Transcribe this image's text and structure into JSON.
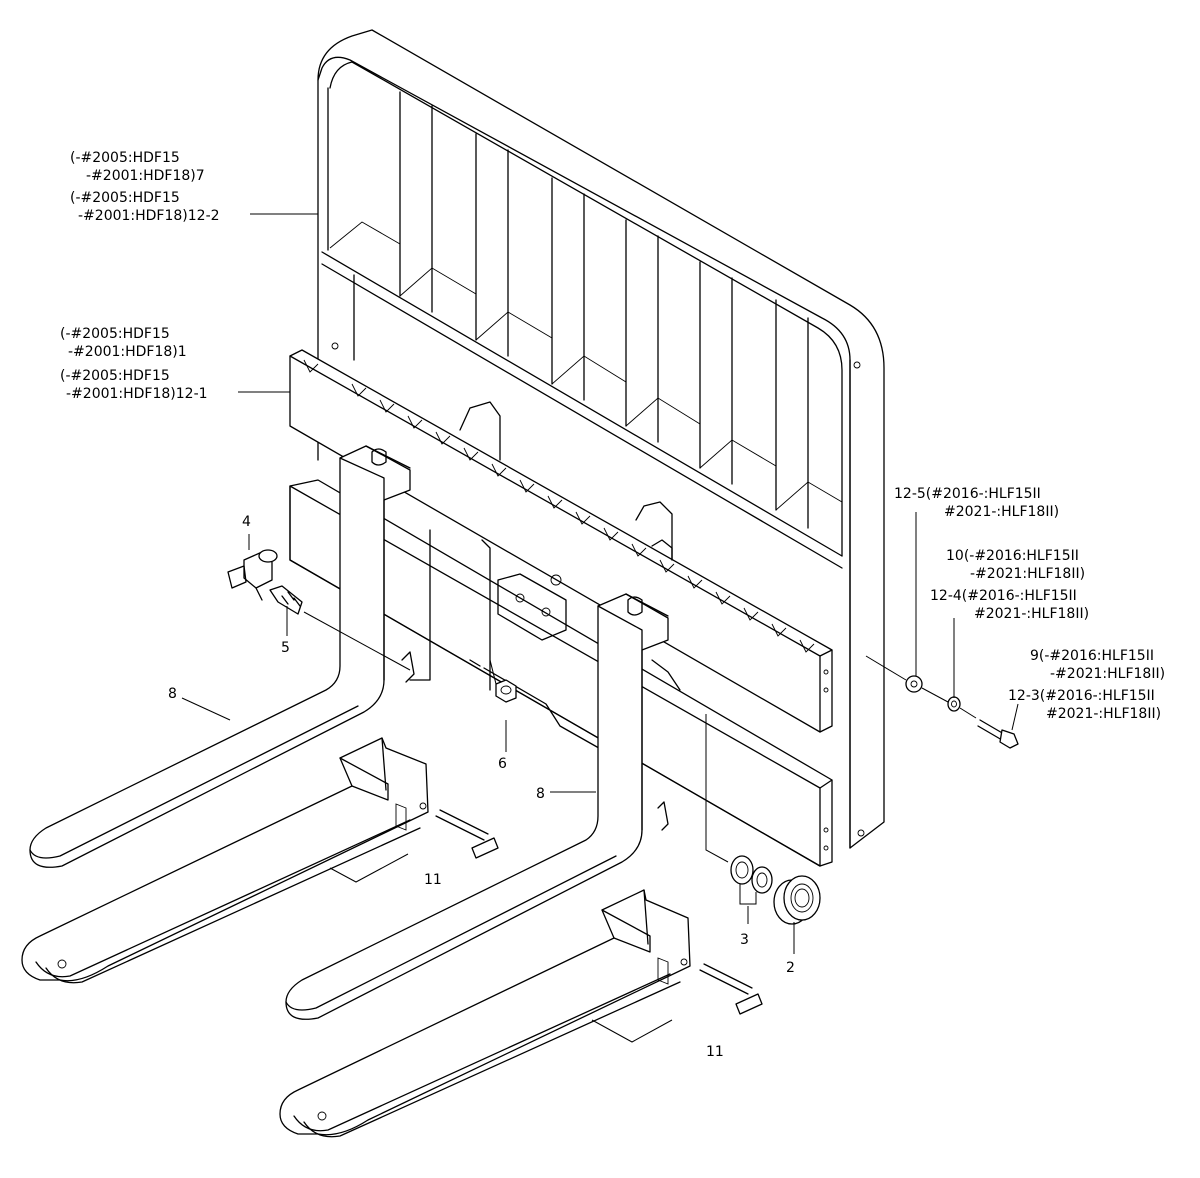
{
  "labels": {
    "frame_7": [
      "(-#2005:HDF15",
      "-#2001:HDF18)7"
    ],
    "frame_12_2": [
      "(-#2005:HDF15",
      "-#2001:HDF18)12-2"
    ],
    "bar_1": [
      "(-#2005:HDF15",
      "-#2001:HDF18)1"
    ],
    "bar_12_1": [
      "(-#2005:HDF15",
      "-#2001:HDF18)12-1"
    ],
    "washer_12_5": [
      "12-5(#2016-:HLF15II",
      "#2021-:HLF18II)"
    ],
    "part_10": [
      "10(-#2016:HLF15II",
      "-#2021:HLF18II)"
    ],
    "washer_12_4": [
      "12-4(#2016-:HLF15II",
      "#2021-:HLF18II)"
    ],
    "part_9": [
      "9(-#2016:HLF15II",
      "-#2021:HLF18II)"
    ],
    "bolt_12_3": [
      "12-3(#2016-:HLF15II",
      "#2021-:HLF18II)"
    ],
    "num_4": "4",
    "num_5": "5",
    "num_6": "6",
    "num_8_left": "8",
    "num_8_right": "8",
    "num_11_left": "11",
    "num_11_right": "11",
    "num_3": "3",
    "num_2": "2"
  }
}
